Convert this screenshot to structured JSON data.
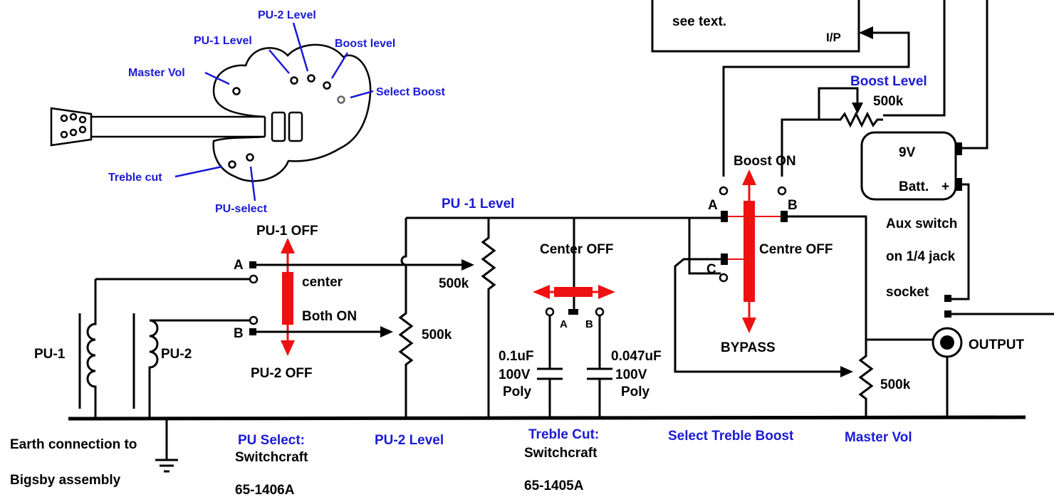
{
  "guitar_labels": {
    "pu2_level": "PU-2 Level",
    "pu1_level": "PU-1 Level",
    "boost_level": "Boost level",
    "master_vol": "Master Vol",
    "select_boost": "Select Boost",
    "treble_cut": "Treble cut",
    "pu_select": "PU-select"
  },
  "booster": {
    "note": "see text.",
    "input": "I/P",
    "boost_level_label": "Boost Level",
    "boost_pot": "500k"
  },
  "battery": {
    "voltage": "9V",
    "label": "Batt.",
    "plus": "+"
  },
  "aux": {
    "line1": "Aux switch",
    "line2": "on 1/4 jack",
    "line3": "socket"
  },
  "output": "OUTPUT",
  "pickups": {
    "pu1": "PU-1",
    "pu2": "PU-2"
  },
  "pu_switch": {
    "off1": "PU-1 OFF",
    "off2": "PU-2 OFF",
    "center": "center",
    "both": "Both ON",
    "a": "A",
    "b": "B"
  },
  "pots": {
    "pu1_level_title": "PU -1 Level",
    "pu1_val": "500k",
    "pu2_val": "500k",
    "master_val": "500k"
  },
  "treble": {
    "center_off": "Center OFF",
    "a": "A",
    "b": "B",
    "c1_value": "0.1uF",
    "c1_volt": "100V",
    "c1_type": "Poly",
    "c2_value": "0.047uF",
    "c2_volt": "100V",
    "c2_type": "Poly"
  },
  "boost_switch": {
    "on": "Boost ON",
    "bypass": "BYPASS",
    "centre_off": "Centre OFF",
    "a": "A",
    "b": "B",
    "c": "C"
  },
  "bottom": {
    "earth1": "Earth connection to",
    "earth2": "Bigsby assembly",
    "pu_select_title": "PU Select:",
    "pu_select_brand": "Switchcraft",
    "pu_select_part": "65-1406A",
    "pu2_level": "PU-2 Level",
    "treble_title": "Treble Cut:",
    "treble_brand": "Switchcraft",
    "treble_part": "65-1405A",
    "select_treble": "Select Treble Boost",
    "master_vol": "Master Vol"
  }
}
